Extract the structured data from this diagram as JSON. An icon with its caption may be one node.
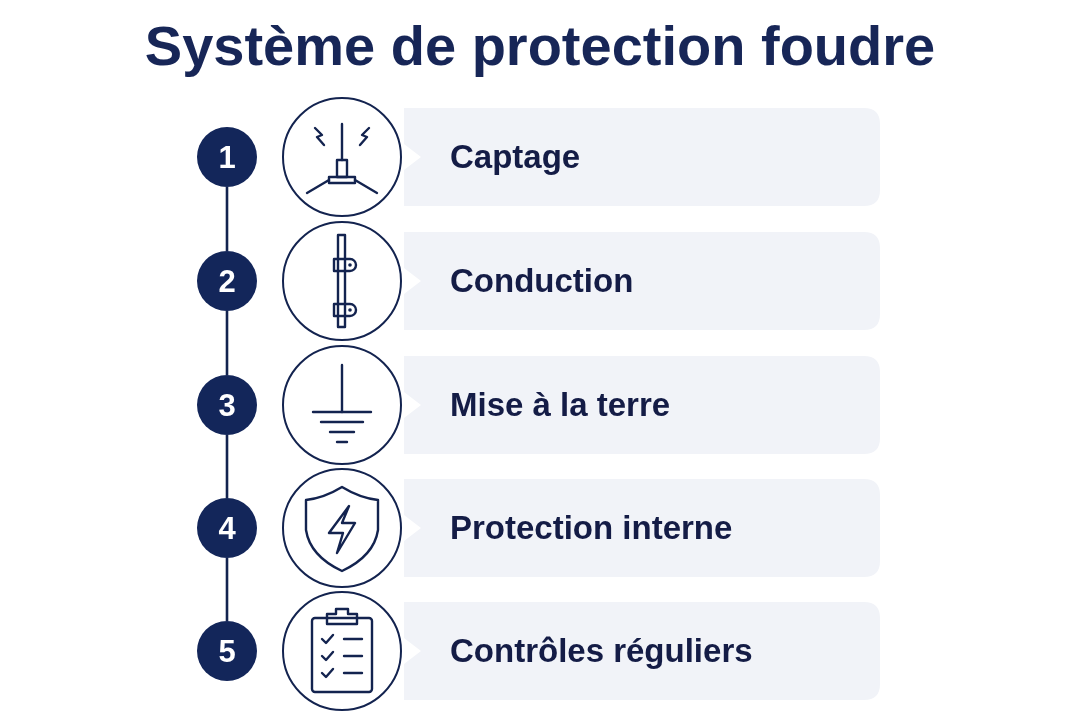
{
  "diagram": {
    "title": "Système de protection foudre",
    "nodes": [
      {
        "text": [
          "1"
        ]
      },
      {
        "text": [],
        "shape": "picture"
      },
      {
        "text": [
          "Captage"
        ]
      },
      {
        "text": [
          "2"
        ]
      },
      {
        "text": [],
        "shape": "picture"
      },
      {
        "text": [
          "Conduction"
        ]
      },
      {
        "text": [
          "3"
        ]
      },
      {
        "text": [],
        "shape": "picture"
      },
      {
        "text": [
          "Mise à la terre"
        ]
      },
      {
        "text": [
          "4"
        ]
      },
      {
        "text": [],
        "shape": "picture"
      },
      {
        "text": [
          "Protection interne"
        ]
      },
      {
        "text": [
          "5"
        ]
      },
      {
        "text": [],
        "shape": "picture"
      },
      {
        "text": [
          "Contrôles réguliers"
        ]
      }
    ],
    "edges": [
      {
        "from": 0,
        "to": 3,
        "arrow": "none"
      },
      {
        "from": 3,
        "to": 6,
        "arrow": "none"
      },
      {
        "from": 6,
        "to": 9,
        "arrow": "none"
      },
      {
        "from": 9,
        "to": 12,
        "arrow": "none"
      }
    ]
  }
}
